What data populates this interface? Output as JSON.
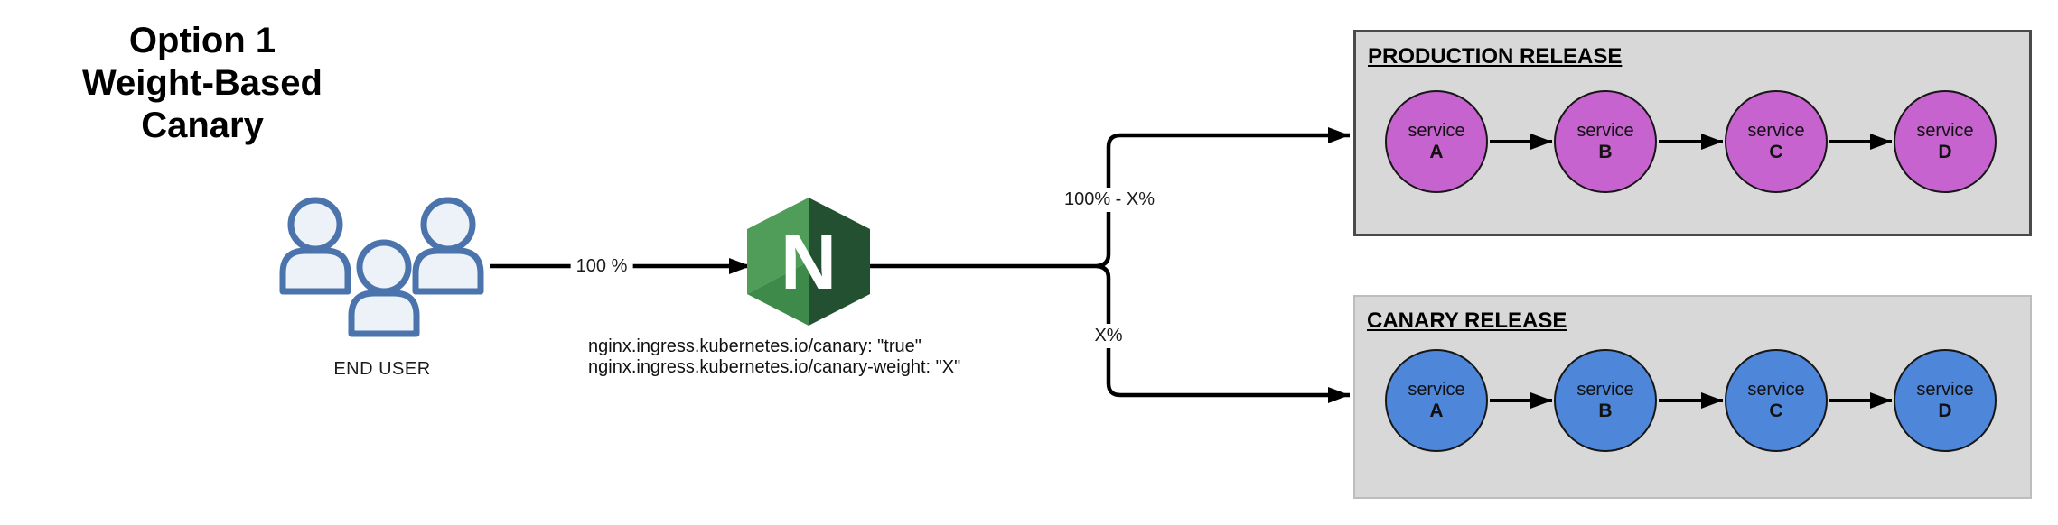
{
  "title": {
    "line1": "Option 1",
    "line2": "Weight-Based Canary"
  },
  "end_user": {
    "icon": "users-group-icon",
    "label": "END USER"
  },
  "ingress": {
    "icon": "nginx-logo-icon",
    "letter": "N",
    "annotation_line1": "nginx.ingress.kubernetes.io/canary: \"true\"",
    "annotation_line2": "nginx.ingress.kubernetes.io/canary-weight: \"X\""
  },
  "edges": {
    "user_to_ingress_label": "100 %",
    "production_branch_label": "100% - X%",
    "canary_branch_label": "X%"
  },
  "production": {
    "heading": "PRODUCTION RELEASE",
    "services": [
      {
        "line1": "service",
        "line2": "A"
      },
      {
        "line1": "service",
        "line2": "B"
      },
      {
        "line1": "service",
        "line2": "C"
      },
      {
        "line1": "service",
        "line2": "D"
      }
    ]
  },
  "canary": {
    "heading": "CANARY RELEASE",
    "services": [
      {
        "line1": "service",
        "line2": "A"
      },
      {
        "line1": "service",
        "line2": "B"
      },
      {
        "line1": "service",
        "line2": "C"
      },
      {
        "line1": "service",
        "line2": "D"
      }
    ]
  },
  "colors": {
    "production_service_fill": "#c763ce",
    "canary_service_fill": "#4e86d9",
    "release_box_fill": "#d8d8d8",
    "production_box_border": "#4a4a4a",
    "canary_box_border": "#bdbdbd",
    "user_icon_stroke": "#4b74ac",
    "user_icon_fill": "#edf1f8",
    "nginx_light_green": "#4f9d58",
    "nginx_mid_green": "#3e8a4a",
    "nginx_dark_green": "#235030",
    "line_color": "#000000"
  }
}
